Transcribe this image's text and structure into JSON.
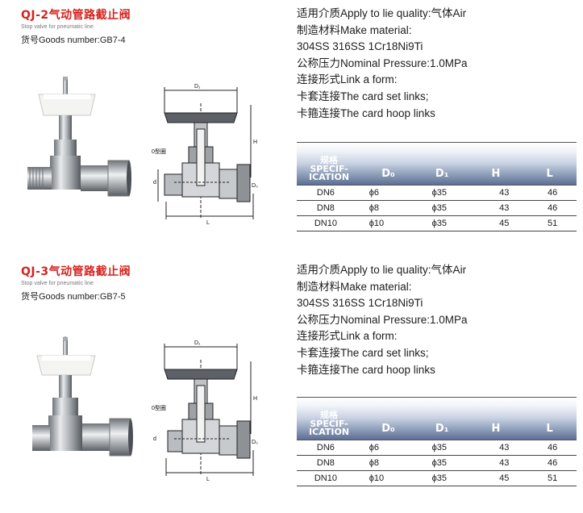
{
  "products": [
    {
      "title": "QJ-2气动管路截止阀",
      "subtitle": "Stop valve for pneumatic line",
      "goods_number": "货号Goods number:GB7-4",
      "specs": [
        "适用介质Apply to lie quality:气体Air",
        "制造材料Make material:",
        "304SS 316SS 1Cr18Ni9Ti",
        "公称压力Nominal Pressure:1.0MPa",
        "连接形式Link a form:",
        "卡套连接The card set links;",
        "卡箍连接The card hoop links"
      ],
      "drawing_labels": {
        "d1": "D₁",
        "h": "H",
        "l": "L",
        "d": "d",
        "d0": "D₀",
        "oring": "0型圈"
      },
      "table": {
        "header": {
          "spec_cn": "规格",
          "spec_en1": "SPECIF-",
          "spec_en2": "ICATION",
          "cols": [
            "D₀",
            "D₁",
            "H",
            "L"
          ]
        },
        "rows": [
          {
            "spec": "DN6",
            "d0": "ϕ6",
            "d1": "ϕ35",
            "h": "43",
            "l": "46"
          },
          {
            "spec": "DN8",
            "d0": "ϕ8",
            "d1": "ϕ35",
            "h": "43",
            "l": "46"
          },
          {
            "spec": "DN10",
            "d0": "ϕ10",
            "d1": "ϕ35",
            "h": "45",
            "l": "51"
          }
        ]
      }
    },
    {
      "title": "QJ-3气动管路截止阀",
      "subtitle": "Stop valve for pneumatic line",
      "goods_number": "货号Goods number:GB7-5",
      "specs": [
        "适用介质Apply to lie quality:气体Air",
        "制造材料Make material:",
        "304SS 316SS 1Cr18Ni9Ti",
        "公称压力Nominal Pressure:1.0MPa",
        "连接形式Link a form:",
        "卡套连接The card set links;",
        "卡箍连接The card hoop links"
      ],
      "drawing_labels": {
        "d1": "D₁",
        "h": "H",
        "l": "L",
        "d": "d",
        "d0": "D₀",
        "oring": "0型圈"
      },
      "table": {
        "header": {
          "spec_cn": "规格",
          "spec_en1": "SPECIF-",
          "spec_en2": "ICATION",
          "cols": [
            "D₀",
            "D₁",
            "H",
            "L"
          ]
        },
        "rows": [
          {
            "spec": "DN6",
            "d0": "ϕ6",
            "d1": "ϕ35",
            "h": "43",
            "l": "46"
          },
          {
            "spec": "DN8",
            "d0": "ϕ8",
            "d1": "ϕ35",
            "h": "43",
            "l": "46"
          },
          {
            "spec": "DN10",
            "d0": "ϕ10",
            "d1": "ϕ35",
            "h": "45",
            "l": "51"
          }
        ]
      }
    }
  ]
}
